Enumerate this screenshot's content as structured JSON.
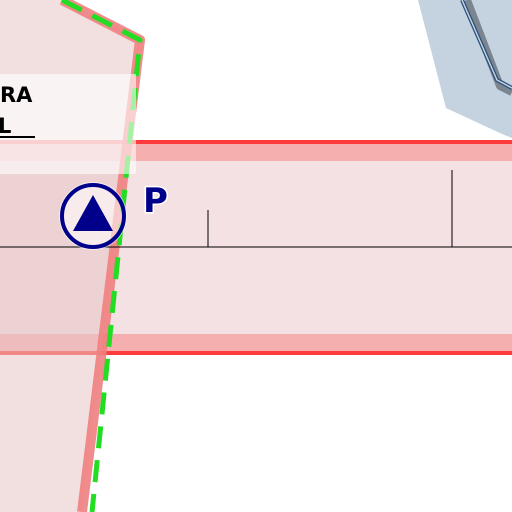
{
  "map": {
    "colors": {
      "background": "#ffffff",
      "zone_fill": "#f3e1e3",
      "zone_border": "#f08080",
      "road_edge": "#ff3b3b",
      "road_halo": "#f4a6a6",
      "boundary_dashed": "#22dd22",
      "building_fill": "#c5d2df",
      "building_shadow": "#7a8590",
      "building_outline": "#2a4e7a",
      "symbol_color": "#00008b",
      "label_color": "#000000",
      "divider": "#000000"
    },
    "labels": {
      "area_fragment_top": "RA",
      "area_fragment_bottom": "L"
    },
    "parking": {
      "symbol": "triangle-in-circle",
      "letter": "P"
    }
  }
}
